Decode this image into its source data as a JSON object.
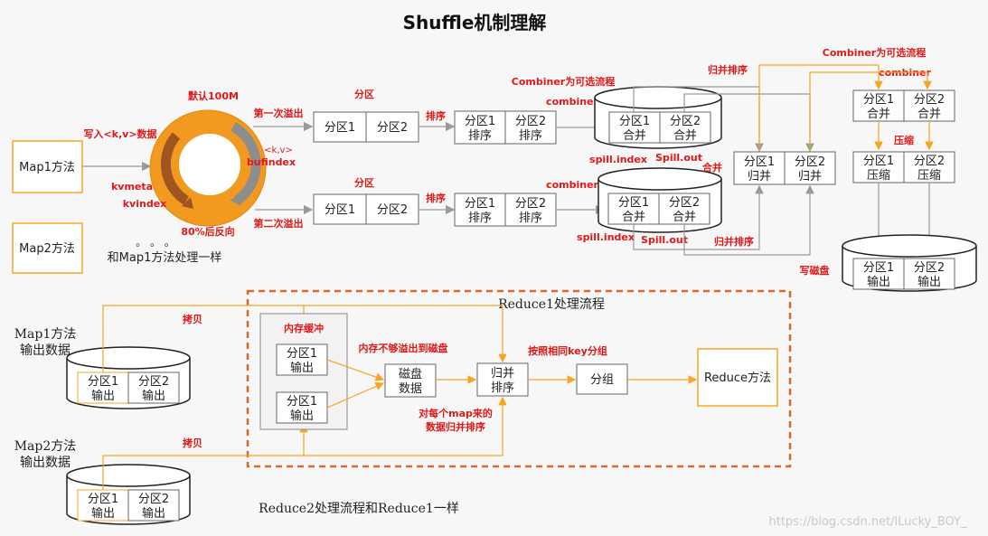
{
  "title": "Shuffle机制理解",
  "colors": {
    "orange": "#f5a623",
    "ring_orange": "#f29a1f",
    "red": "#e01818",
    "dash_border": "#d86a2a",
    "gray_line": "#9a9a9a"
  },
  "map": {
    "map1": "Map1方法",
    "map2": "Map2方法",
    "map2_note": "和Map1方法处理一样",
    "dots": "。 。 。",
    "write_kv": "写入<k,v>数据",
    "default_100m": "默认100M",
    "ring_kv": "<k,v>",
    "bufindex": "bufindex",
    "kvmeta": "kvmeta",
    "kvindex": "kvindex",
    "reverse_80": "80%后反向"
  },
  "spill": {
    "first": "第一次溢出",
    "second": "第二次溢出",
    "partition": "分区",
    "sort": "排序",
    "combiner_optional": "Combiner为可选流程",
    "combiner": "combiner",
    "spill_index": "spill.index",
    "spill_out": "Spill.out",
    "merge": "合并",
    "merge_sort": "归并排序",
    "write_disk": "写磁盘",
    "compress": "压缩"
  },
  "cells": {
    "p1": "分区1",
    "p2": "分区2",
    "p1_sort": [
      "分区1",
      "排序"
    ],
    "p2_sort": [
      "分区2",
      "排序"
    ],
    "p1_merge": [
      "分区1",
      "合并"
    ],
    "p2_merge": [
      "分区2",
      "合并"
    ],
    "p1_guibing": [
      "分区1",
      "归并"
    ],
    "p2_guibing": [
      "分区2",
      "归并"
    ],
    "p1_compress": [
      "分区1",
      "压缩"
    ],
    "p2_compress": [
      "分区2",
      "压缩"
    ],
    "p1_out": [
      "分区1",
      "输出"
    ],
    "p2_out": [
      "分区2",
      "输出"
    ]
  },
  "reduce": {
    "flow_title": "Reduce1处理流程",
    "map1_out": [
      "Map1方法",
      "输出数据"
    ],
    "map2_out": [
      "Map2方法",
      "输出数据"
    ],
    "copy": "拷贝",
    "mem_buffer": "内存缓冲",
    "mem_spill": "内存不够溢出到磁盘",
    "disk_data": [
      "磁盘",
      "数据"
    ],
    "merge_sort": [
      "归并",
      "排序"
    ],
    "group_by_key": "按照相同key分组",
    "group": "分组",
    "reduce_method": "Reduce方法",
    "per_map": [
      "对每个map来的",
      "数据归并排序"
    ],
    "reduce2_note": "Reduce2处理流程和Reduce1一样"
  },
  "watermark": "https://blog.csdn.net/lLucky_BOY_"
}
